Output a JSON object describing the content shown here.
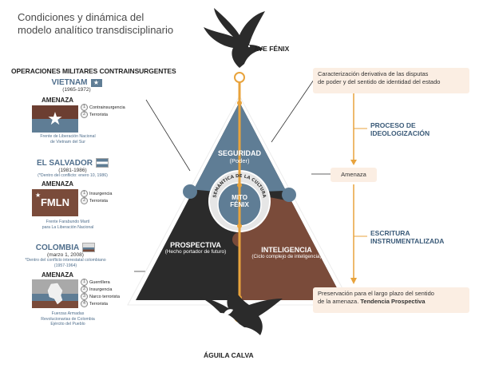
{
  "title": {
    "line1": "Condiciones y dinámica del",
    "line2": "modelo analítico transdisciplinario"
  },
  "ops_title": "OPERACIONES MILITARES CONTRAINSURGENTES",
  "countries": [
    {
      "name": "VIETNAM",
      "years": "(1965-1972)",
      "note": "",
      "threat_label": "AMENAZA",
      "items": [
        {
          "n": "1",
          "t": "Contrainsurgencia"
        },
        {
          "n": "2",
          "t": "Terrorista"
        }
      ],
      "caption1": "Frente de Liberación Nacional",
      "caption2": "de Vietnam del Sur"
    },
    {
      "name": "EL SALVADOR",
      "years": "(1981-1986)",
      "note": "(*Dentro del conflicto: enero 10, 1986)",
      "threat_label": "AMENAZA",
      "flag_text": "FMLN",
      "items": [
        {
          "n": "1",
          "t": "Insurgencia"
        },
        {
          "n": "2",
          "t": "Terrorista"
        }
      ],
      "caption1": "Frente Farabundo Martí",
      "caption2": "para La Liberación Nacional"
    },
    {
      "name": "COLOMBIA",
      "years": "(marzo 1, 2008)",
      "note": "*Dentro del conflicto interestatal colombiano",
      "note2": "(1957-1964)",
      "threat_label": "AMENAZA",
      "items": [
        {
          "n": "1",
          "t": "Guerrillera"
        },
        {
          "n": "2",
          "t": "Insurgencia"
        },
        {
          "n": "3",
          "t": "Narco terrorista"
        },
        {
          "n": "4",
          "t": "Terrorista"
        }
      ],
      "caption1": "Fuerzas Armadas",
      "caption2": "Revolucionarias de Colombia",
      "caption3": "Ejército del Pueblo"
    }
  ],
  "ave_fenix": "AVE FÉNIX",
  "aguila": "ÁGUILA CALVA",
  "triangle": {
    "seguridad": "SEGURIDAD",
    "seguridad_sub": "(Poder)",
    "prospectiva": "PROSPECTIVA",
    "prospectiva_sub": "(Hecho portador de futuro)",
    "inteligencia": "INTELIGENCIA",
    "inteligencia_sub": "(Ciclo complejo de inteligencia)",
    "ring_text": "SEMÁNTICA DE LA CULTURA",
    "center1": "MITO",
    "center2": "FÉNIX"
  },
  "right": {
    "box1_l1": "Caracterización derivativa de las disputas",
    "box1_l2": "de poder y del sentido de identidad del estado",
    "proc1_l1": "PROCESO DE",
    "proc1_l2": "IDEOLOGIZACIÓN",
    "amenaza": "Amenaza",
    "proc2_l1": "ESCRITURA",
    "proc2_l2": "INSTRUMENTALIZADA",
    "box2_l1": "Preservación para el largo plazo del sentido",
    "box2_l2a": "de la amenaza. ",
    "box2_l2b": "Tendencia Prospectiva"
  },
  "colors": {
    "orange": "#e8a33c",
    "blue_gray": "#5f7d95",
    "brown": "#7a4b3a",
    "dark": "#2b2b2b",
    "light_box": "#fbeee3",
    "label_blue": "#4f6e8c"
  }
}
